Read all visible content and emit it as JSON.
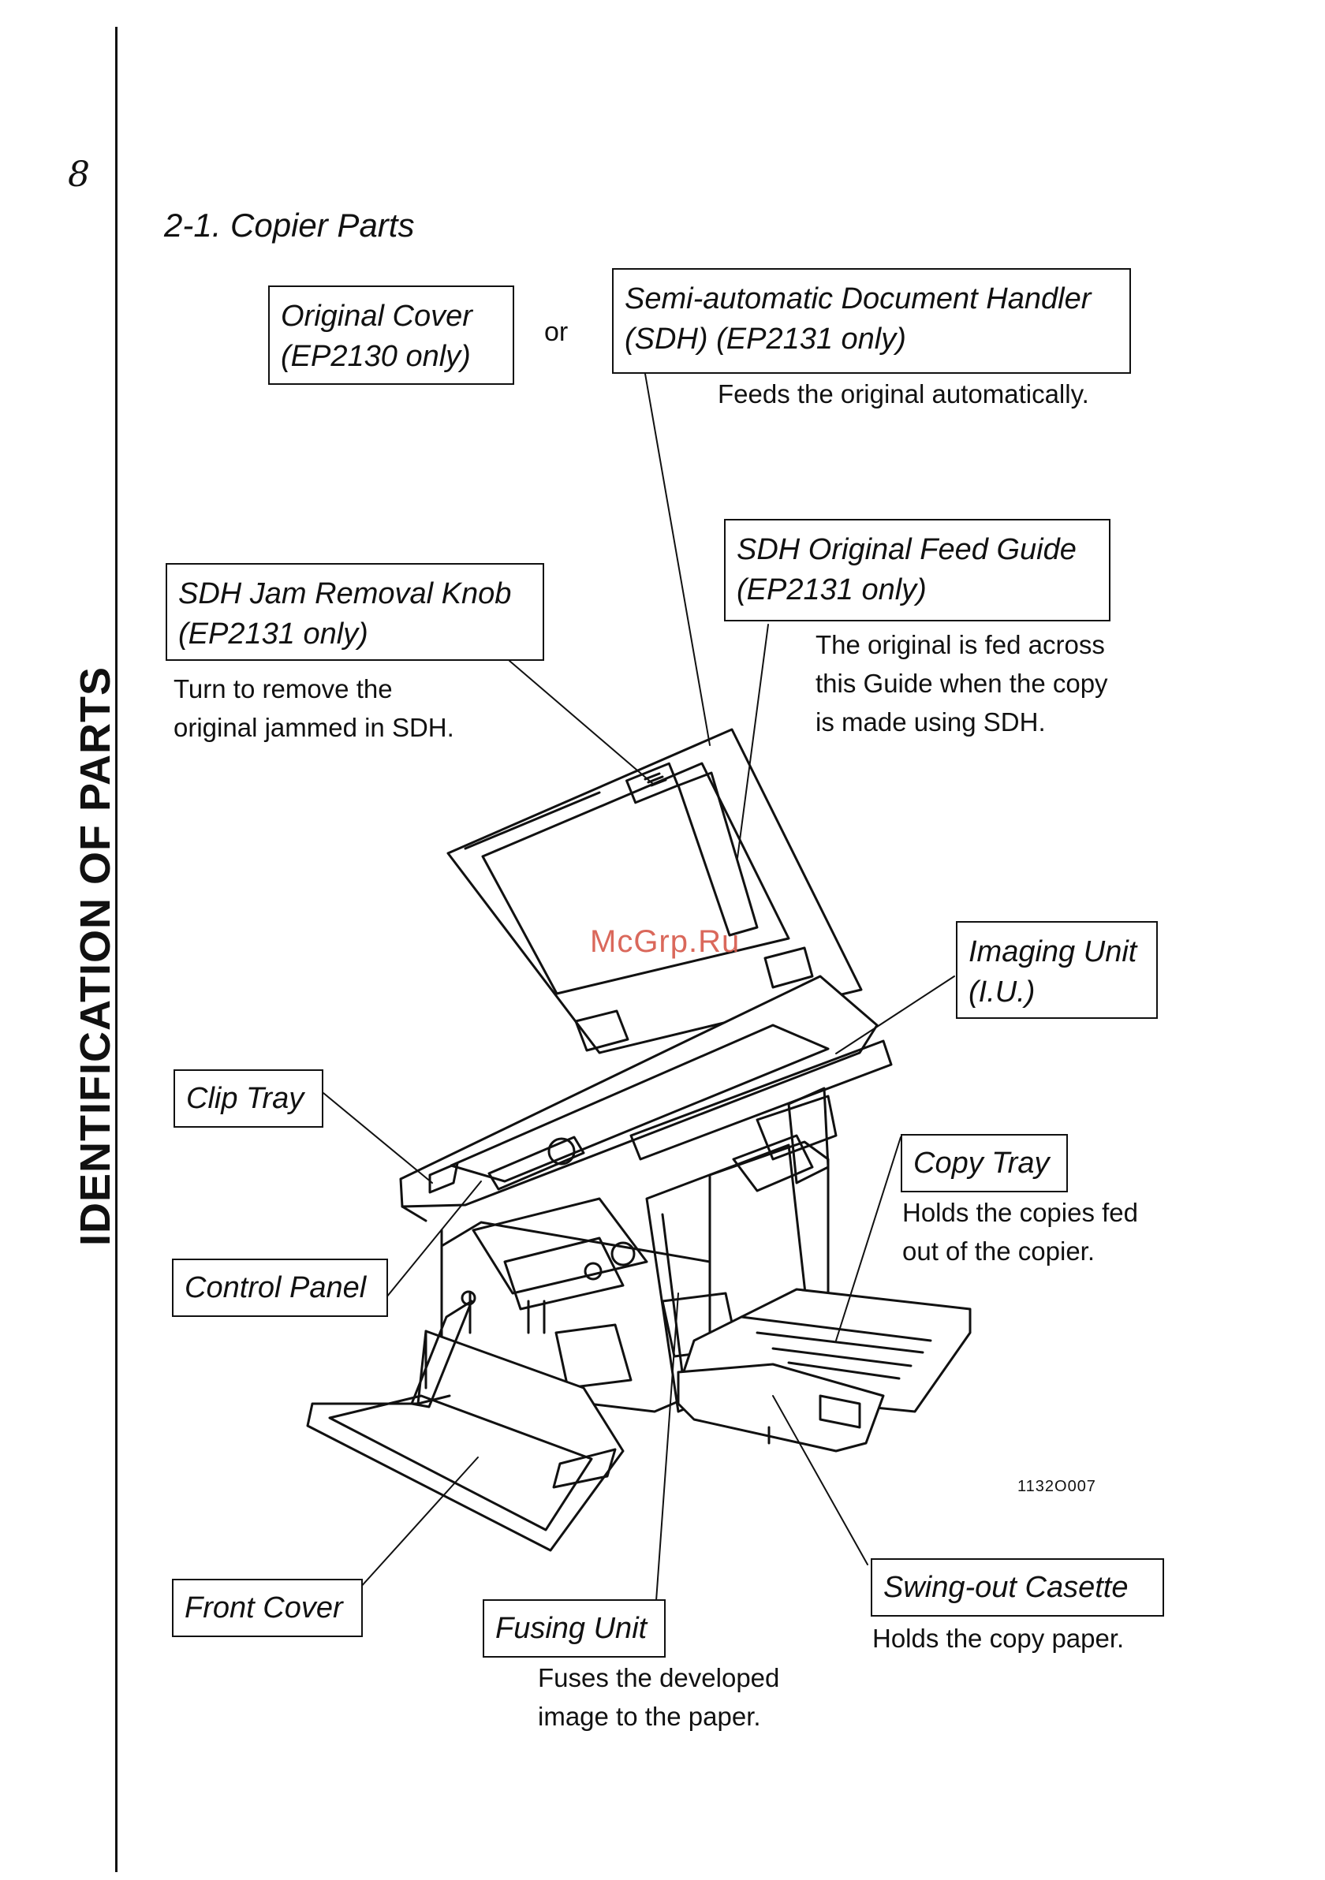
{
  "page": {
    "number": "8",
    "side_title": "IDENTIFICATION OF PARTS",
    "section_title": "2-1.  Copier Parts",
    "or_text": "or",
    "figure_id": "1132O007",
    "watermark": "McGrp.Ru"
  },
  "labels": {
    "original_cover": {
      "title": [
        "Original Cover",
        "(EP2130 only)"
      ]
    },
    "sdh": {
      "title": [
        "Semi-automatic Document Handler",
        "(SDH) (EP2131 only)"
      ],
      "desc": [
        "Feeds the original automatically."
      ]
    },
    "feed_guide": {
      "title": [
        "SDH Original Feed Guide",
        "(EP2131 only)"
      ],
      "desc": [
        "The  original is fed across",
        "this Guide when the copy",
        "is  made using SDH."
      ]
    },
    "jam_knob": {
      "title": [
        "SDH Jam Removal Knob",
        "(EP2131 only)"
      ],
      "desc": [
        "Turn to remove the",
        "original jammed in SDH."
      ]
    },
    "imaging_unit": {
      "title": [
        "Imaging Unit",
        "(I.U.)"
      ]
    },
    "clip_tray": {
      "title": [
        "Clip Tray"
      ]
    },
    "copy_tray": {
      "title": [
        "Copy Tray"
      ],
      "desc": [
        "Holds the copies fed",
        "out of the copier."
      ]
    },
    "control_panel": {
      "title": [
        "Control Panel"
      ]
    },
    "front_cover": {
      "title": [
        "Front Cover"
      ]
    },
    "fusing_unit": {
      "title": [
        "Fusing Unit"
      ],
      "desc": [
        "Fuses the developed",
        "image to the paper."
      ]
    },
    "swing_out": {
      "title": [
        "Swing-out  Casette"
      ],
      "desc": [
        "Holds the copy paper."
      ]
    }
  }
}
